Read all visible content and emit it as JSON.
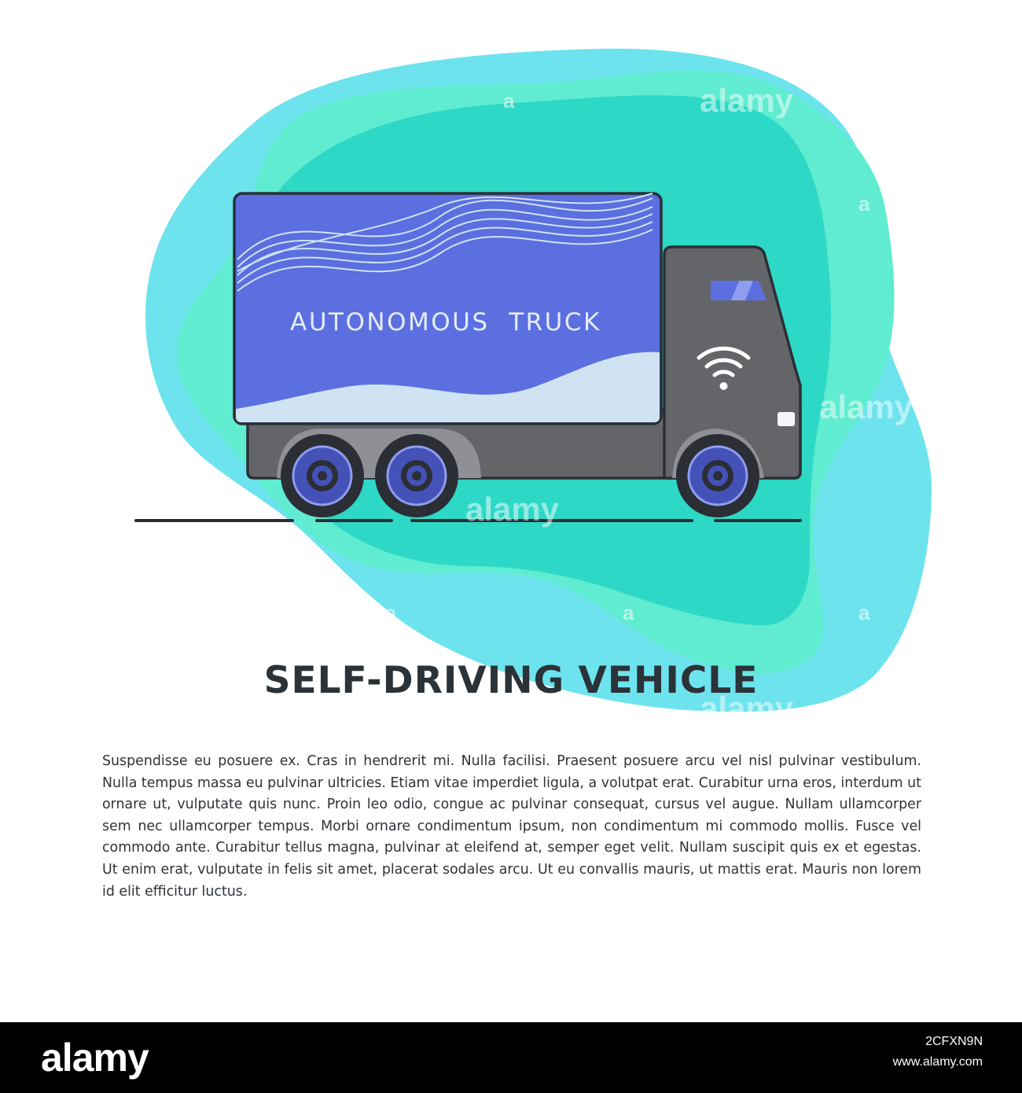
{
  "truck": {
    "box_label": "AUTONOMOUS  TRUCK"
  },
  "poster": {
    "title": "SELF-DRIVING VEHICLE",
    "paragraph": "Suspendisse eu posuere ex. Cras in hendrerit mi. Nulla facilisi. Praesent posuere arcu vel nisl pulvinar vestibulum. Nulla tempus massa eu pulvinar ultricies. Etiam vitae imperdiet ligula, a volutpat erat. Curabitur urna eros, interdum ut ornare ut, vulputate quis nunc. Proin leo odio, congue ac pulvinar consequat, cursus vel augue. Nullam ullamcorper sem nec ullamcorper tempus. Morbi ornare condimentum ipsum, non condimentum mi commodo mollis. Fusce vel commodo ante. Curabitur tellus magna, pulvinar at eleifend at, semper eget velit. Nullam suscipit quis ex et egestas. Ut enim erat, vulputate in felis sit amet, placerat sodales arcu. Ut eu convallis mauris, ut mattis erat. Mauris non lorem id elit efficitur luctus."
  },
  "watermark": {
    "text": "alamy"
  },
  "footer": {
    "logo": "alamy",
    "image_id": "2CFXN9N",
    "url": "www.alamy.com"
  },
  "colors": {
    "blob_cyan": "#6de3ee",
    "blob_mint": "#5fecd0",
    "blob_teal_overlap": "#2dd8c6",
    "truck_box": "#5b6fe0",
    "truck_box_light": "#cfe3f2",
    "truck_cab": "#646569",
    "wheel_hub": "#4452b8",
    "title_text": "#2b3238"
  }
}
